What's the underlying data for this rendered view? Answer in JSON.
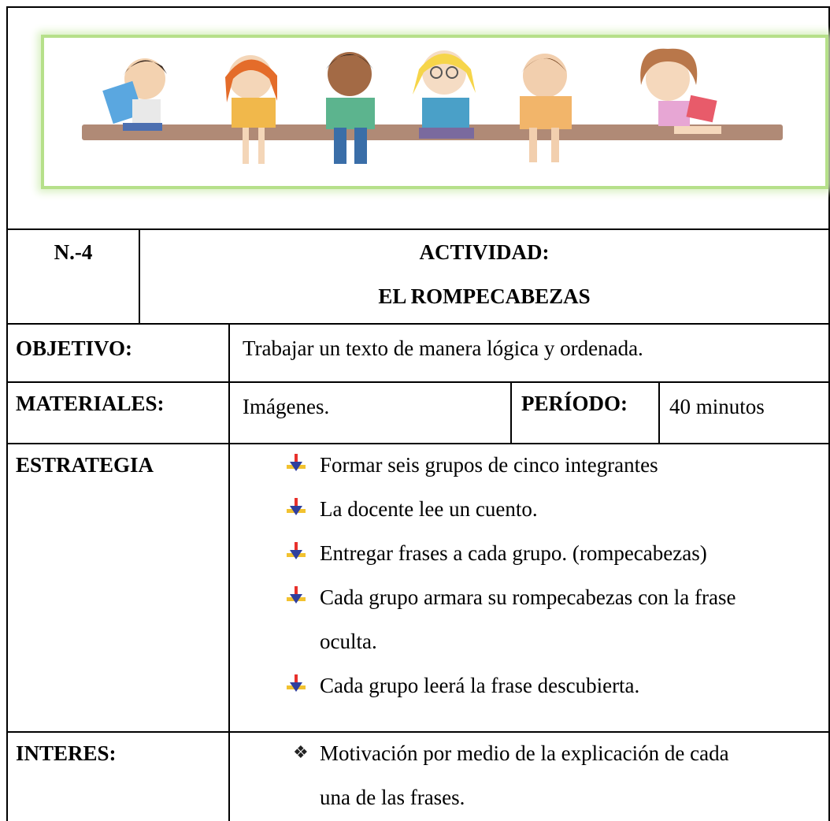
{
  "header": {
    "banner_image": "children-reading-books-illustration",
    "number": "N.-4",
    "activity_label": "ACTIVIDAD:",
    "activity_name": "EL ROMPECABEZAS"
  },
  "rows": {
    "objetivo": {
      "label": "OBJETIVO:",
      "value": "Trabajar un texto de manera lógica y ordenada."
    },
    "materiales": {
      "label": "MATERIALES:",
      "value": "Imágenes.",
      "period_label": "PERÍODO:",
      "period_value": "40 minutos"
    },
    "estrategia": {
      "label": "ESTRATEGIA",
      "items": [
        "Formar seis grupos de cinco integrantes",
        "La docente lee un cuento.",
        "Entregar frases a cada grupo. (rompecabezas)",
        "Cada grupo armara su rompecabezas con la frase",
        "Cada grupo leerá la frase descubierta."
      ],
      "item4_continuation": "oculta."
    },
    "interes": {
      "label": "INTERES:",
      "item_line1": "Motivación por medio de la explicación de cada",
      "item_line2": "una de las frases."
    }
  },
  "colors": {
    "arrow_red": "#e8312c",
    "arrow_blue": "#2f3f9e",
    "arrow_yellow": "#f2c230",
    "banner_border": "#b6e08a"
  }
}
